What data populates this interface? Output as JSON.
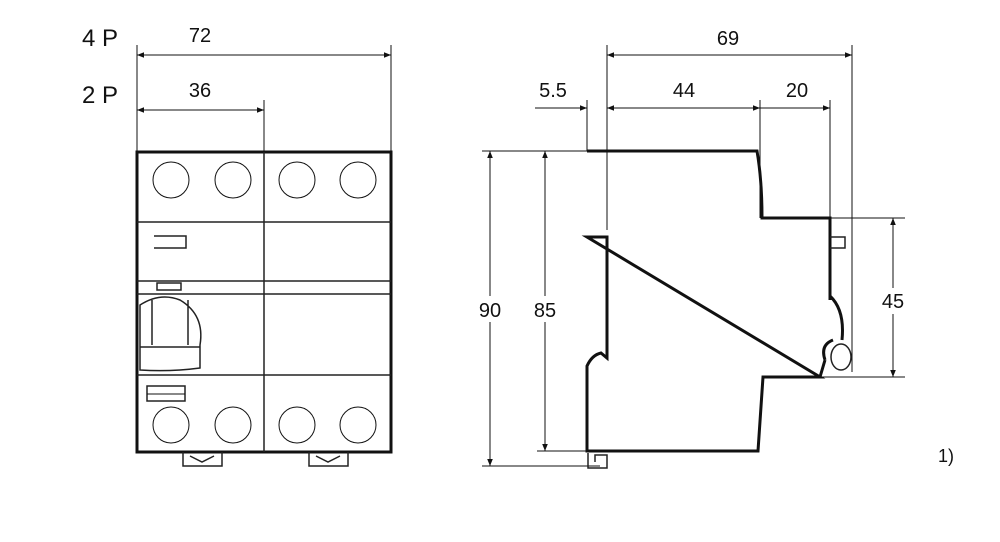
{
  "front_view": {
    "label_4p": "4 P",
    "label_2p": "2 P",
    "width_4p": "72",
    "width_2p": "36"
  },
  "side_view": {
    "depth_total": "69",
    "rail_offset": "5.5",
    "depth_body": "44",
    "depth_front": "20",
    "height_total": "90",
    "height_body": "85",
    "height_front": "45"
  },
  "footnote": "1)"
}
